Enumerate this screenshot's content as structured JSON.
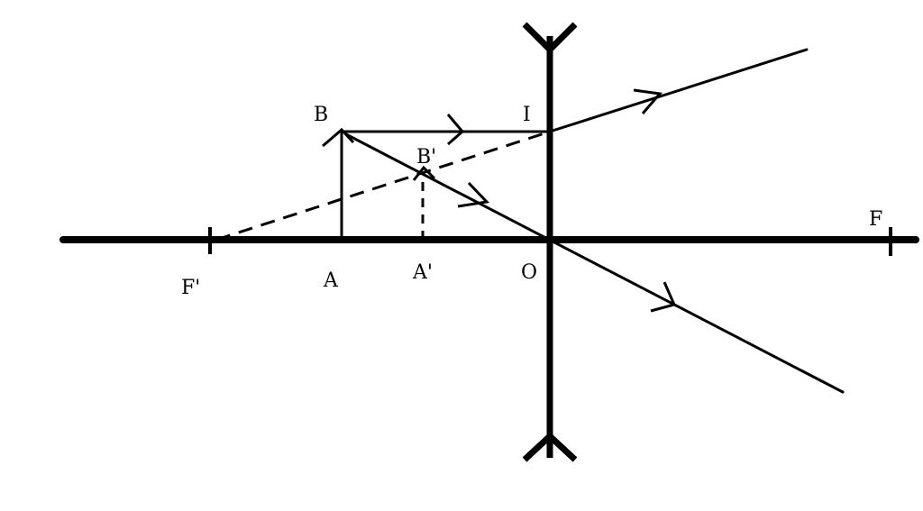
{
  "labels": {
    "B": "B",
    "I": "I",
    "B_prime": "B'",
    "F": "F",
    "F_prime": "F'",
    "A": "A",
    "A_prime": "A'",
    "O": "O"
  },
  "colors": {
    "ink": "#000000",
    "background": "#ffffff"
  },
  "lens_type": "diverging"
}
